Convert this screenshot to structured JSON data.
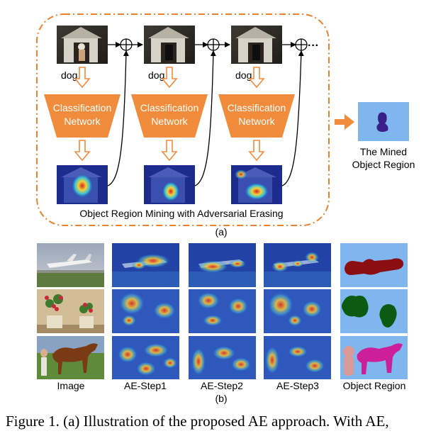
{
  "part_a": {
    "class_label": "dog",
    "network_label": [
      "Classification",
      "Network"
    ],
    "box_title": "Object Region Mining with Adversarial Erasing",
    "mined_label": [
      "The Mined",
      "Object Region"
    ],
    "panel_label": "(a)",
    "ellipsis": "···",
    "colors": {
      "dashed_box": "#e8822e",
      "network_fill": "#f08c3c",
      "arrow": "#f08c3c",
      "mined_bg": "#7fb6ee",
      "mined_blob": "#3a1f8a"
    }
  },
  "part_b": {
    "column_labels": [
      "Image",
      "AE-Step1",
      "AE-Step2",
      "AE-Step3",
      "Object Region"
    ],
    "panel_label": "(b)",
    "rows": [
      "airplane",
      "potted plant",
      "horse and person"
    ],
    "region_colors": [
      "#8b0e12",
      "#0d5a12",
      "#cc1f9a"
    ],
    "person_color": "#d99a98",
    "region_bg": "#7fb6ee"
  },
  "caption": "Figure 1. (a) Illustration of the proposed AE approach. With AE,"
}
